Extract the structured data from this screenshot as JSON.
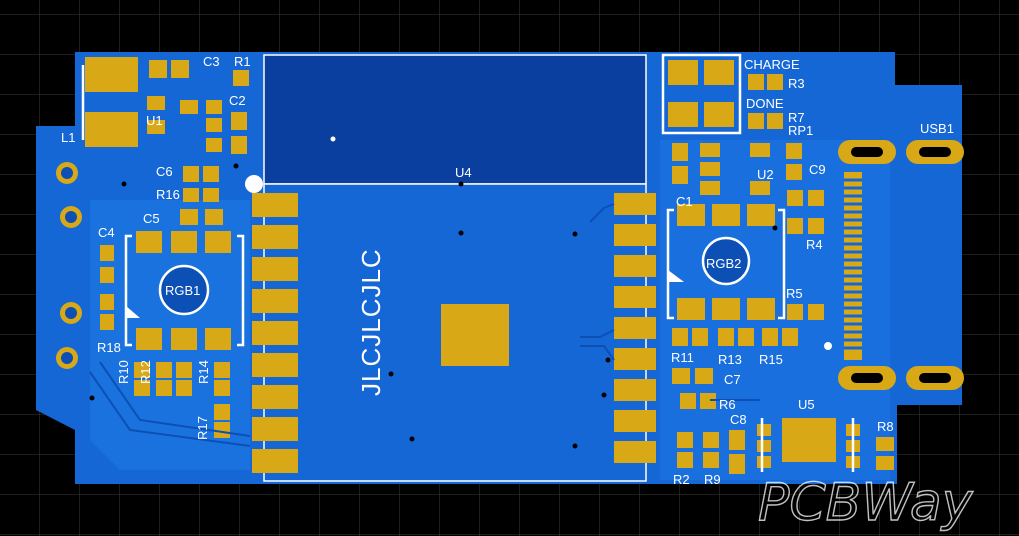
{
  "board": {
    "colors": {
      "background": "#000000",
      "grid": "#3a3a3a",
      "copper": "#1667d6",
      "copper_light": "#1f7be8",
      "copper_dark": "#0c4fb5",
      "module_fill": "#0a3f9f",
      "pad": "#d8a817",
      "silkscreen": "#ffffff"
    },
    "module": {
      "ref": "U4",
      "marking": "JLCJLCJLC"
    },
    "connector": {
      "ref": "USB1"
    },
    "watermark": "PCBWay",
    "labels": {
      "l1": "L1",
      "u1": "U1",
      "c3": "C3",
      "r1": "R1",
      "c2": "C2",
      "c6": "C6",
      "r16": "R16",
      "c5": "C5",
      "c4": "C4",
      "rgb1": "RGB1",
      "r18": "R18",
      "r10": "R10",
      "r12": "R12",
      "r14": "R14",
      "r17": "R17",
      "charge": "CHARGE",
      "r3": "R3",
      "done": "DONE",
      "r7": "R7",
      "rp1": "RP1",
      "u2": "U2",
      "c9": "C9",
      "c1": "C1",
      "r4": "R4",
      "rgb2": "RGB2",
      "r5": "R5",
      "r11": "R11",
      "r13": "R13",
      "r15": "R15",
      "c7": "C7",
      "r6": "R6",
      "c8": "C8",
      "u5": "U5",
      "r8": "R8",
      "r2": "R2",
      "r9": "R9"
    }
  }
}
